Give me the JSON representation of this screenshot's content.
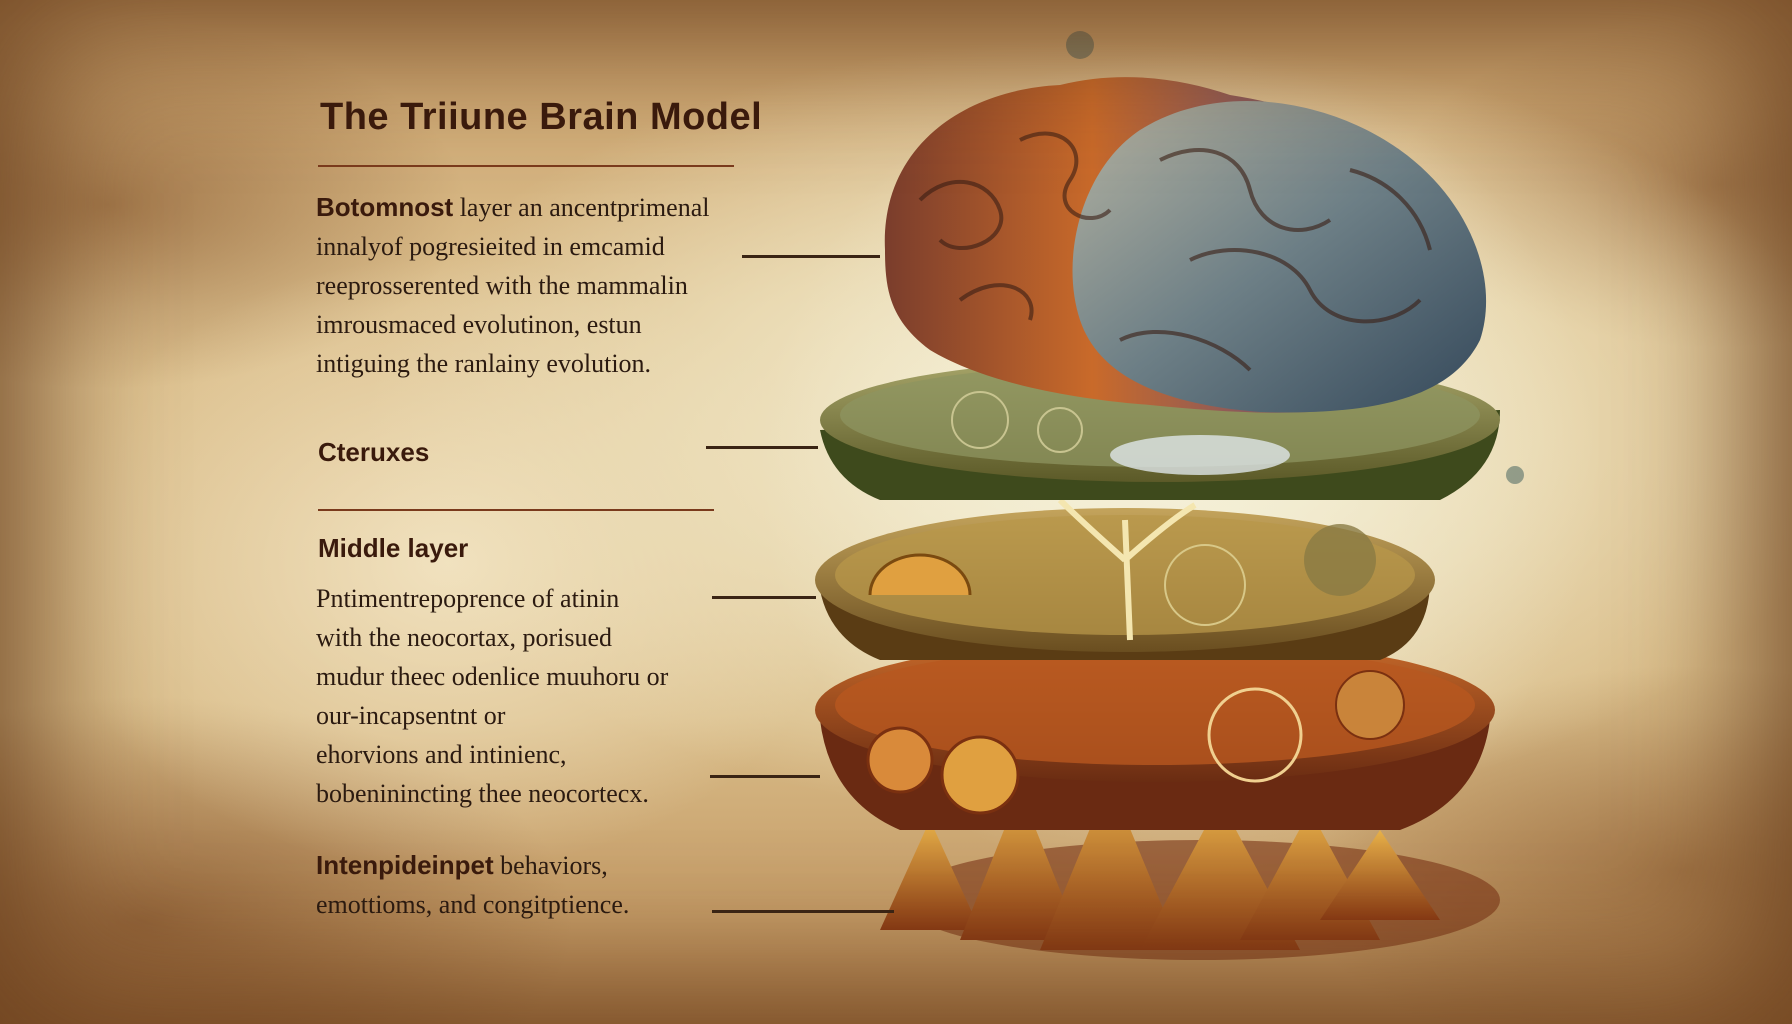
{
  "title": "The Triiune Brain Model",
  "blocks": {
    "top": {
      "head": "Botomnost",
      "line1_rest": " layer an ancentprimenal",
      "line2": "innalyof pogresieited in emcamid",
      "line3": "reeprosserented  with the mammalin",
      "line4": "imrousmaced evolutinon, estun",
      "line5": "intiguing the ranlainy evolution."
    },
    "label_a": "Cteruxes",
    "middle_head": "Middle layer",
    "middle": {
      "line1": "Pntimentrepoprence of atinin",
      "line2": "with the neocortax, porisued",
      "line3": "mudur theec odenlice muuhoru or",
      "line4": "our-incapsentnt or",
      "line5": "ehorvions and intinienc,",
      "line6": "bobeninincting thee neocortecx."
    },
    "bottom": {
      "head": "Intenpideinpet",
      "line1_rest": " behaviors,",
      "line2": "emottioms, and congitptience."
    }
  },
  "colors": {
    "ink": "#2b1a10",
    "heading": "#3a1a0c",
    "rule": "#7a3a1c",
    "parchment": "#dcc08e"
  }
}
